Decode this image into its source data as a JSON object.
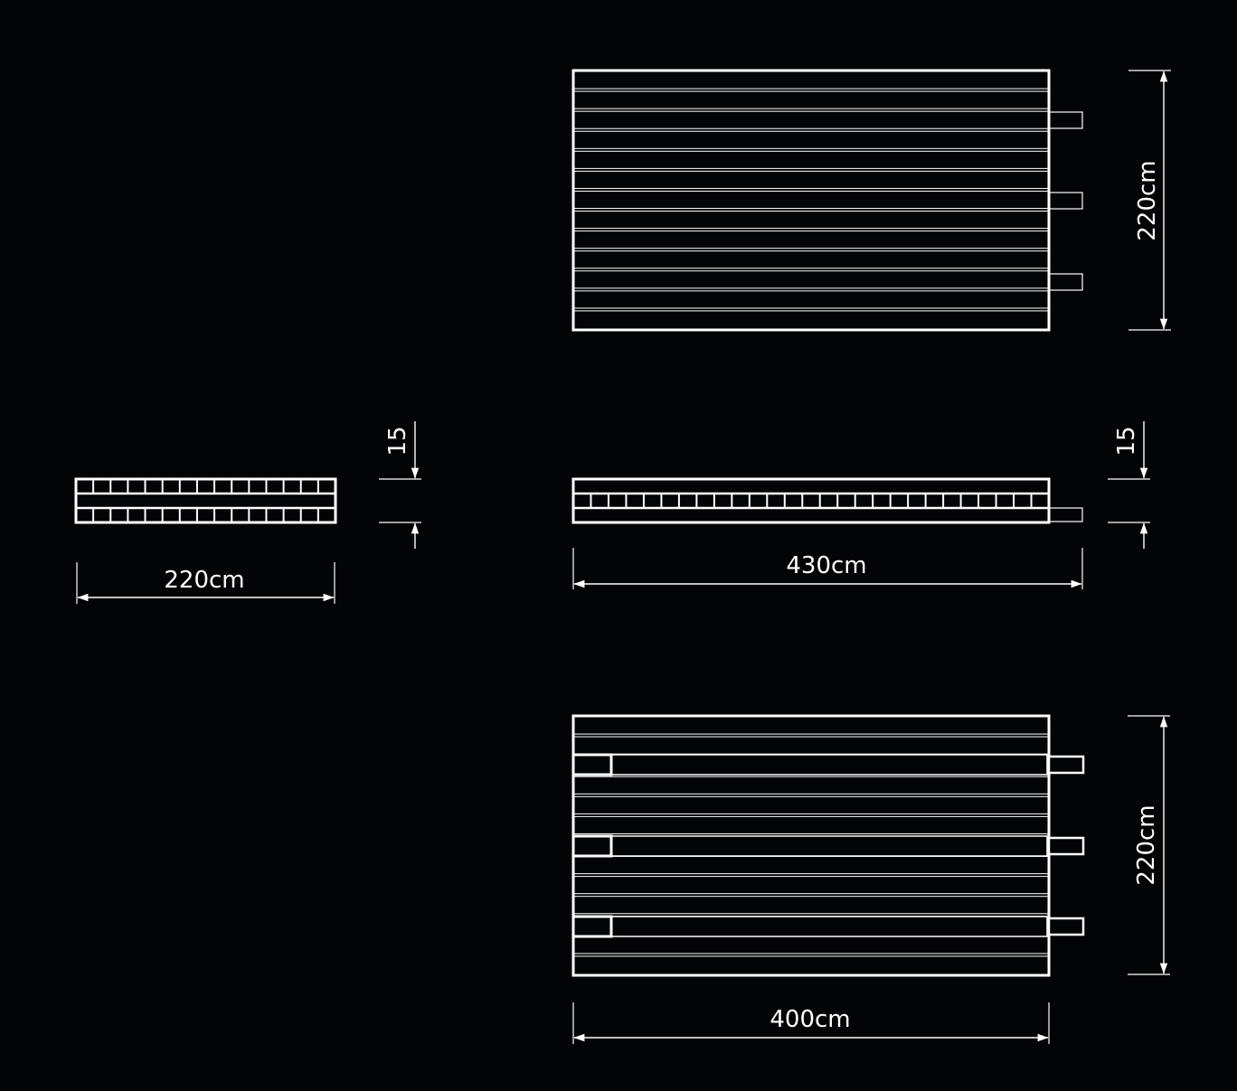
{
  "colors": {
    "background": "#030405",
    "line": "#ffffff"
  },
  "views": {
    "top_view": {
      "name": "top-view",
      "planks": 13,
      "outrigger_count": 3,
      "dim_height": "220cm"
    },
    "end_view": {
      "name": "end-view",
      "cells_per_row": 15,
      "dim_width": "220cm",
      "dim_thickness": "15"
    },
    "side_view": {
      "name": "side-view",
      "cells_per_row": 27,
      "dim_length": "430cm",
      "dim_thickness": "15"
    },
    "bottom_view": {
      "name": "bottom-view",
      "planks": 13,
      "bearer_count": 3,
      "dim_height": "220cm",
      "dim_width": "400cm"
    }
  }
}
